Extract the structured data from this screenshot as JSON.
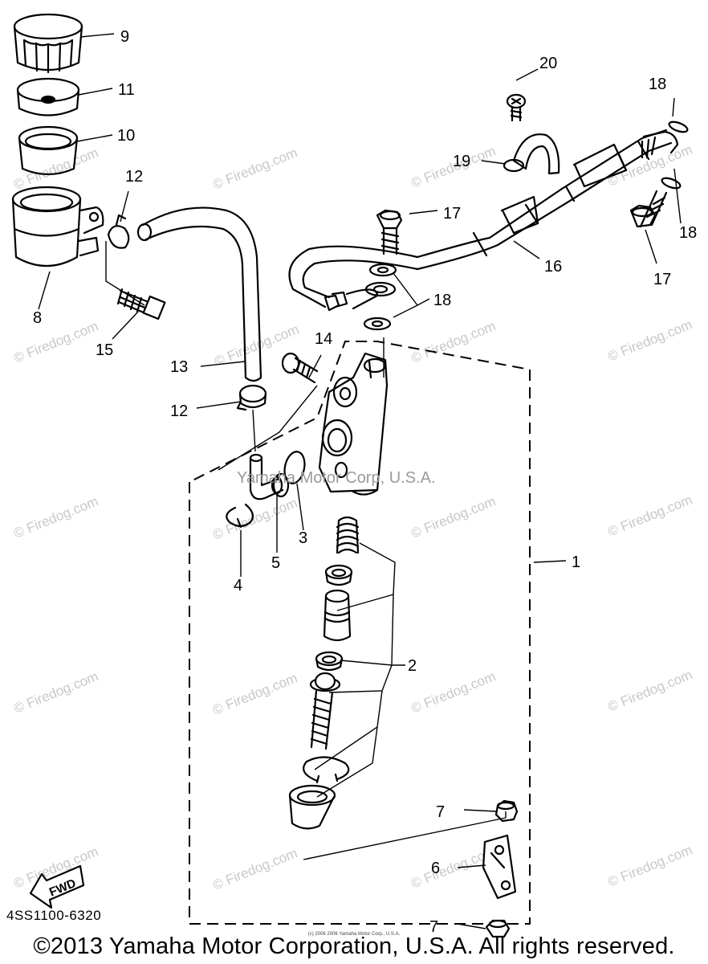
{
  "diagram": {
    "part_labels": {
      "p9": "9",
      "p11": "11",
      "p10": "10",
      "p8": "8",
      "p12a": "12",
      "p15": "15",
      "p13": "13",
      "p12b": "12",
      "p14": "14",
      "p17a": "17",
      "p17b": "17",
      "p18a": "18",
      "p18b": "18",
      "p18c": "18",
      "p16": "16",
      "p19": "19",
      "p20": "20",
      "p3": "3",
      "p4": "4",
      "p5": "5",
      "p1": "1",
      "p2": "2",
      "p7a": "7",
      "p7b": "7",
      "p6": "6"
    },
    "watermark": "© Firedog.com",
    "embedded_brand": "Yamaha Motor Corp, U.S.A.",
    "fwd_label": "FWD",
    "diagram_code": "4SS1100-6320",
    "small_print": "(c) 2006 2006 Yamaha Motor Corp., U.S.A.",
    "footer": "©2013 Yamaha Motor Corporation, U.S.A. All rights reserved."
  }
}
